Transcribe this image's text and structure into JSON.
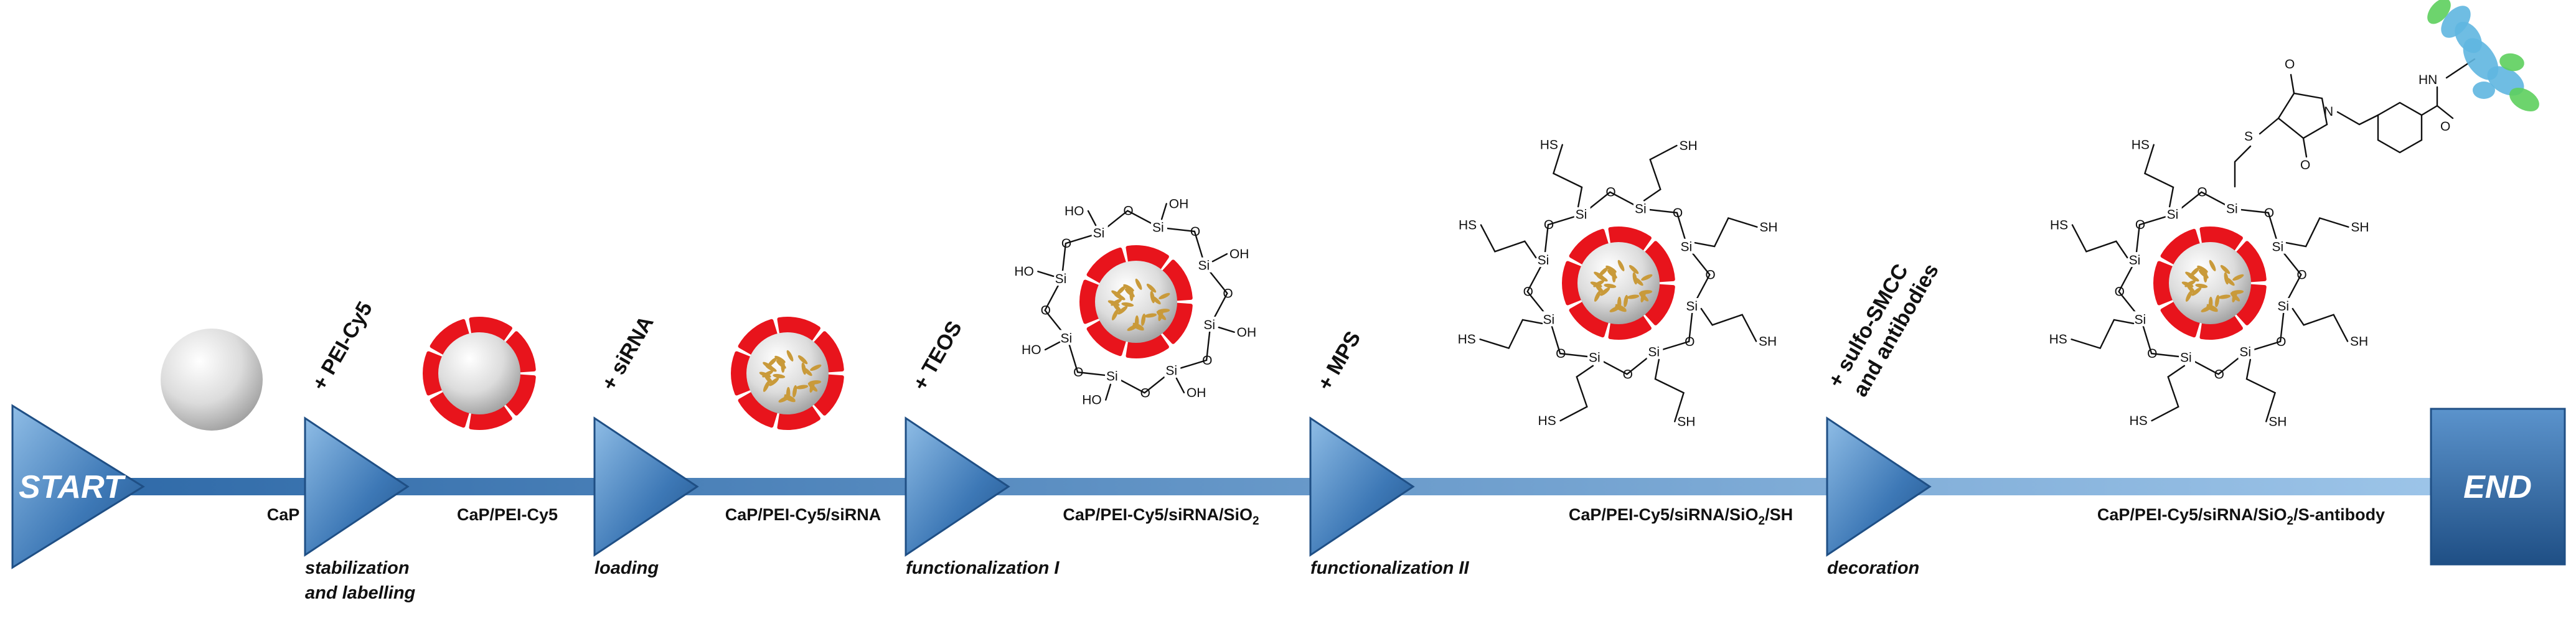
{
  "start_label": "START",
  "end_label": "END",
  "stages": [
    {
      "reagent": "",
      "step_lines": [],
      "product": "CaP"
    },
    {
      "reagent": "+ PEI-Cy5",
      "step_lines": [
        "stabilization",
        "and labelling"
      ],
      "product": "CaP/PEI-Cy5"
    },
    {
      "reagent": "+ siRNA",
      "step_lines": [
        "loading"
      ],
      "product": "CaP/PEI-Cy5/siRNA"
    },
    {
      "reagent": "+ TEOS",
      "step_lines": [
        "functionalization I"
      ],
      "product": "CaP/PEI-Cy5/siRNA/SiO2"
    },
    {
      "reagent": "+ MPS",
      "step_lines": [
        "functionalization II"
      ],
      "product": "CaP/PEI-Cy5/siRNA/SiO2/SH"
    },
    {
      "reagent_lines": [
        "+ sulfo-SMCC",
        "and antibodies"
      ],
      "step_lines": [
        "decoration"
      ],
      "product": "CaP/PEI-Cy5/siRNA/SiO2/S-antibody"
    }
  ],
  "chem_labels": {
    "si": "Si",
    "o": "O",
    "oh": "OH",
    "ho": "HO",
    "sh": "SH",
    "hs": "HS",
    "s": "S",
    "n": "N",
    "hn": "HN"
  },
  "colors": {
    "arrow": "#3a74b0",
    "shell": "#e8141c",
    "core": "#d8d8d8",
    "cargo": "#c99a3a",
    "antibody_blue": "#5fb6e0",
    "antibody_green": "#5dcf5d"
  }
}
